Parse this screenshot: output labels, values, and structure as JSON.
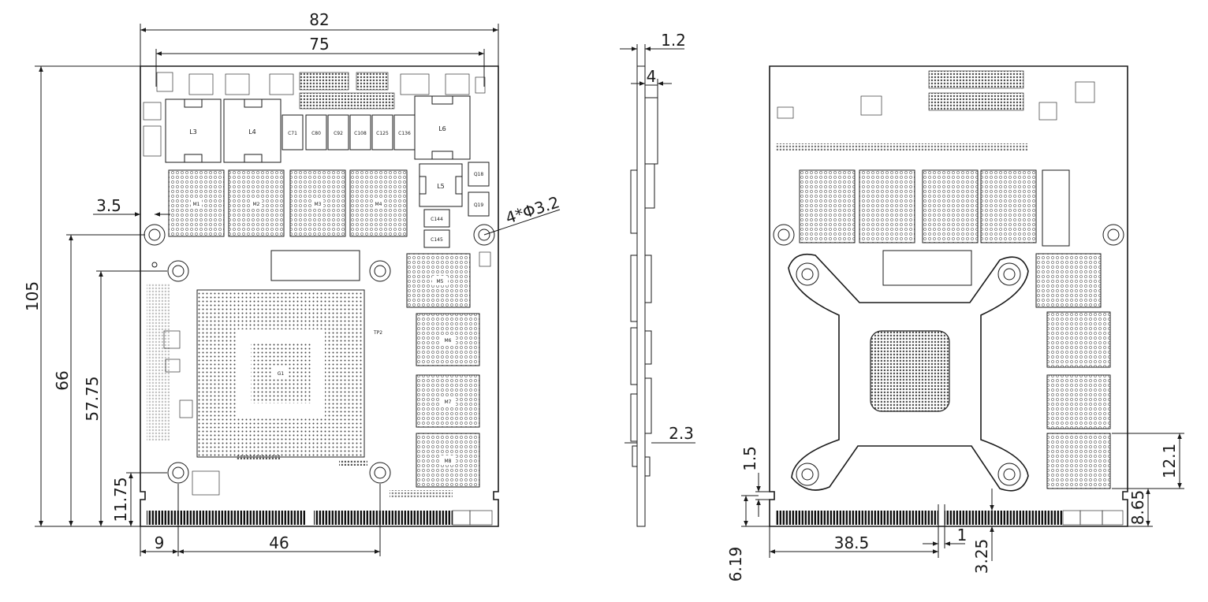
{
  "dimensions": {
    "width_82": "82",
    "width_75": "75",
    "height_105": "105",
    "height_66": "66",
    "height_57_75": "57.75",
    "height_11_75": "11.75",
    "offset_3_5": "3.5",
    "offset_9": "9",
    "offset_46": "46",
    "hole_spec": "4*Φ3.2",
    "side_1_2": "1.2",
    "side_4": "4",
    "side_2_3": "2.3",
    "back_1_5": "1.5",
    "back_6_19": "6.19",
    "back_38_5": "38.5",
    "back_1": "1",
    "back_3_25": "3.25",
    "back_12_1": "12.1",
    "back_8_65": "8.65"
  },
  "front_labels": {
    "inductors": [
      "L3",
      "L4",
      "L6",
      "L5"
    ],
    "caps": [
      "C71",
      "C80",
      "C92",
      "C108",
      "C125",
      "C136"
    ],
    "memory": [
      "M1",
      "M2",
      "M3",
      "M4",
      "M5",
      "M6",
      "M7",
      "M8"
    ],
    "cap_c144": "C144",
    "cap_c145": "C145",
    "q18": "Q18",
    "q19": "Q19",
    "gpu": "G1",
    "tp": "TP2"
  }
}
